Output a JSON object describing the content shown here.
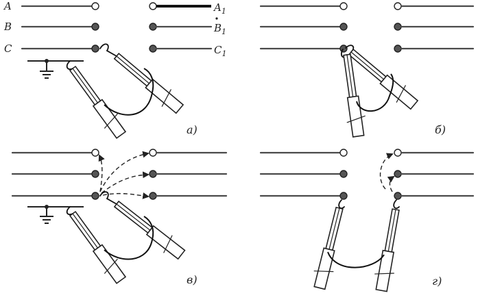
{
  "labels": {
    "phase_a": "A",
    "phase_b": "B",
    "phase_c": "C",
    "phase_a1": "A",
    "phase_a1_sub": "1",
    "phase_b1": "B",
    "phase_b1_sub": "1",
    "phase_c1": "C",
    "phase_c1_sub": "1"
  },
  "panels": {
    "a": "а)",
    "b": "б)",
    "c": "в)",
    "d": "г)"
  },
  "colors": {
    "wire": "#4a4a4a",
    "ink": "#222222",
    "node_dark": "#555555"
  }
}
